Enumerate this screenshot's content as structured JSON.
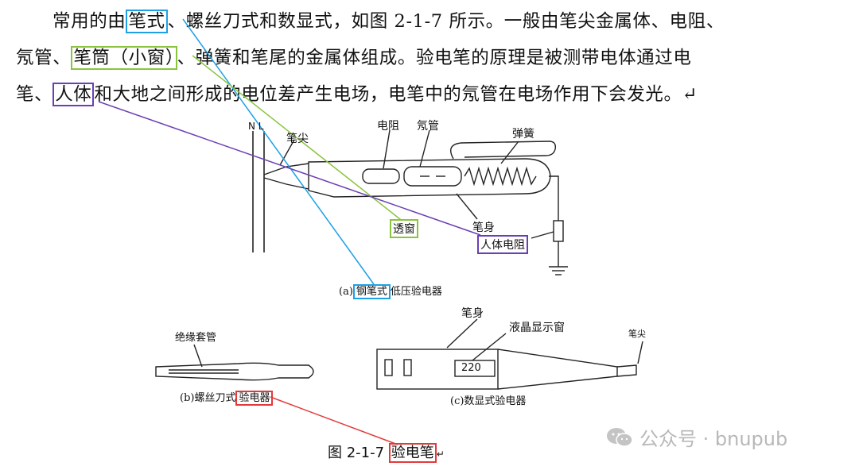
{
  "paragraph": {
    "l1_pre": "常用的由",
    "l1_hl": "笔式",
    "l1_post": "、螺丝刀式和数显式，如图 2-1-7 所示。一般由笔尖金属体、电阻、",
    "l2_pre": "氖管、",
    "l2_hl": "笔筒（小窗）",
    "l2_post": "、弹簧和笔尾的金属体组成。验电笔的原理是被测带电体通过电",
    "l3_pre": "笔、",
    "l3_hl": "人体",
    "l3_post": "和大地之间形成的电位差产生电场，电笔中的氖管在电场作用下会发光。↵"
  },
  "figure_a": {
    "label_NL": "N L",
    "label_tip": "笔尖",
    "label_resistor": "电阻",
    "label_neon": "氖管",
    "label_spring": "弹簧",
    "label_window": "透窗",
    "label_body": "笔身",
    "label_body_res": "人体电阻",
    "caption_pre": "(a)",
    "caption_hl": "钢笔式",
    "caption_post": "低压验电器"
  },
  "figure_b": {
    "label_sleeve": "绝缘套管",
    "caption_pre": "(b)螺丝刀式",
    "caption_hl": "验电器"
  },
  "figure_c": {
    "label_body": "笔身",
    "label_lcd": "液晶显示窗",
    "label_tip": "笔尖",
    "lcd_value": "220",
    "caption": "(c)数显式验电器"
  },
  "figure_caption": {
    "pre": "图 2-1-7 ",
    "hl": "验电笔",
    "post": "↵"
  },
  "watermark": {
    "text": "公众号 · bnupub"
  },
  "colors": {
    "blue": "#1ea0e6",
    "green": "#8ac43f",
    "purple": "#6a3fb5",
    "red": "#e23a3a"
  }
}
